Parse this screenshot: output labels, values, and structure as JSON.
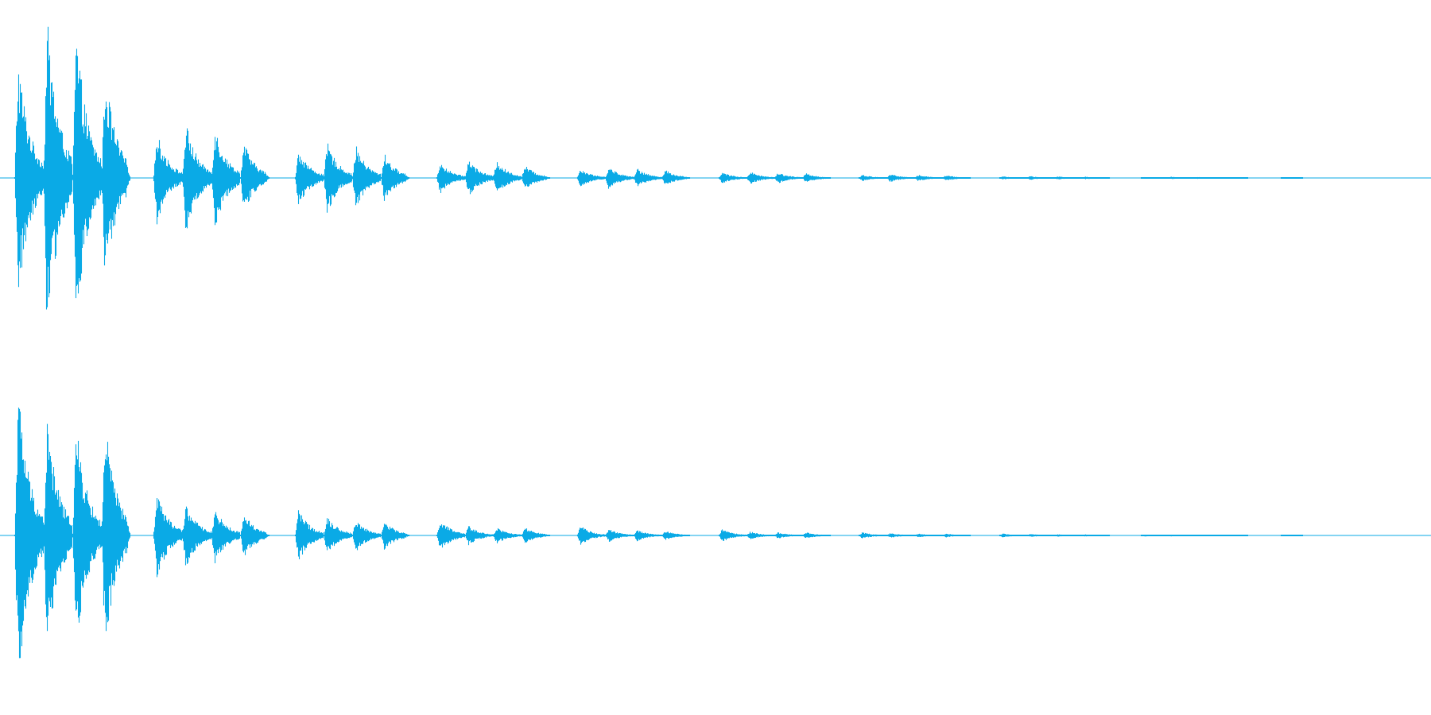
{
  "waveform": {
    "color": "#0aaae6",
    "background": "#ffffff",
    "channel_count": 2,
    "channels": [
      {
        "name": "channel-1",
        "bursts": [
          {
            "start": 0.01,
            "end": 0.091,
            "peak": 0.98,
            "lobes": [
              0.75,
              0.98,
              0.92,
              0.66
            ]
          },
          {
            "start": 0.107,
            "end": 0.188,
            "peak": 0.34,
            "lobes": [
              0.28,
              0.34,
              0.32,
              0.22
            ]
          },
          {
            "start": 0.206,
            "end": 0.286,
            "peak": 0.22,
            "lobes": [
              0.18,
              0.22,
              0.2,
              0.15
            ]
          },
          {
            "start": 0.305,
            "end": 0.384,
            "peak": 0.12,
            "lobes": [
              0.1,
              0.12,
              0.11,
              0.08
            ]
          },
          {
            "start": 0.403,
            "end": 0.482,
            "peak": 0.07,
            "lobes": [
              0.06,
              0.07,
              0.06,
              0.05
            ]
          },
          {
            "start": 0.502,
            "end": 0.58,
            "peak": 0.04,
            "lobes": [
              0.035,
              0.04,
              0.035,
              0.03
            ]
          },
          {
            "start": 0.6,
            "end": 0.678,
            "peak": 0.025,
            "lobes": [
              0.02,
              0.025,
              0.02,
              0.018
            ]
          },
          {
            "start": 0.698,
            "end": 0.775,
            "peak": 0.012,
            "lobes": [
              0.01,
              0.012,
              0.01,
              0.008
            ]
          },
          {
            "start": 0.797,
            "end": 0.872,
            "peak": 0.008,
            "lobes": [
              0.006,
              0.008,
              0.007,
              0.005
            ]
          },
          {
            "start": 0.895,
            "end": 0.91,
            "peak": 0.004,
            "lobes": [
              0.004
            ]
          }
        ]
      },
      {
        "name": "channel-2",
        "bursts": [
          {
            "start": 0.01,
            "end": 0.091,
            "peak": 0.92,
            "lobes": [
              0.92,
              0.72,
              0.68,
              0.7
            ]
          },
          {
            "start": 0.107,
            "end": 0.188,
            "peak": 0.27,
            "lobes": [
              0.27,
              0.2,
              0.17,
              0.14
            ]
          },
          {
            "start": 0.206,
            "end": 0.286,
            "peak": 0.17,
            "lobes": [
              0.16,
              0.12,
              0.1,
              0.09
            ]
          },
          {
            "start": 0.305,
            "end": 0.384,
            "peak": 0.1,
            "lobes": [
              0.1,
              0.06,
              0.05,
              0.05
            ]
          },
          {
            "start": 0.403,
            "end": 0.482,
            "peak": 0.06,
            "lobes": [
              0.06,
              0.04,
              0.035,
              0.03
            ]
          },
          {
            "start": 0.502,
            "end": 0.58,
            "peak": 0.04,
            "lobes": [
              0.04,
              0.025,
              0.02,
              0.02
            ]
          },
          {
            "start": 0.6,
            "end": 0.678,
            "peak": 0.02,
            "lobes": [
              0.02,
              0.015,
              0.012,
              0.012
            ]
          },
          {
            "start": 0.698,
            "end": 0.775,
            "peak": 0.012,
            "lobes": [
              0.012,
              0.01,
              0.008,
              0.007
            ]
          },
          {
            "start": 0.797,
            "end": 0.872,
            "peak": 0.007,
            "lobes": [
              0.007,
              0.006,
              0.005,
              0.005
            ]
          },
          {
            "start": 0.895,
            "end": 0.91,
            "peak": 0.004,
            "lobes": [
              0.004
            ]
          }
        ]
      }
    ]
  }
}
